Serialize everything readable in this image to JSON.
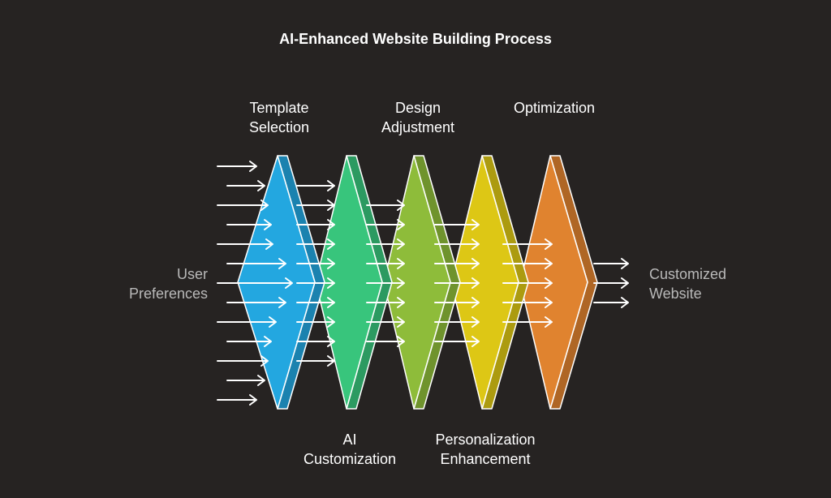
{
  "title": "AI-Enhanced Website Building Process",
  "input_label": [
    "User",
    "Preferences"
  ],
  "output_label": [
    "Customized",
    "Website"
  ],
  "stages": [
    {
      "lines": [
        "Template",
        "Selection"
      ],
      "color": "#23a7e0"
    },
    {
      "lines": [
        "AI",
        "Customization"
      ],
      "color": "#38c57c"
    },
    {
      "lines": [
        "Design",
        "Adjustment"
      ],
      "color": "#8ebc3a"
    },
    {
      "lines": [
        "Personalization",
        "Enhancement"
      ],
      "color": "#ddc715"
    },
    {
      "lines": [
        "",
        "Optimization"
      ],
      "color": "#e0832f"
    }
  ],
  "colors": {
    "background": "#262322",
    "arrow": "#ffffff",
    "input_label": "#b9b9b9",
    "output_label": "#b9b9b9"
  }
}
